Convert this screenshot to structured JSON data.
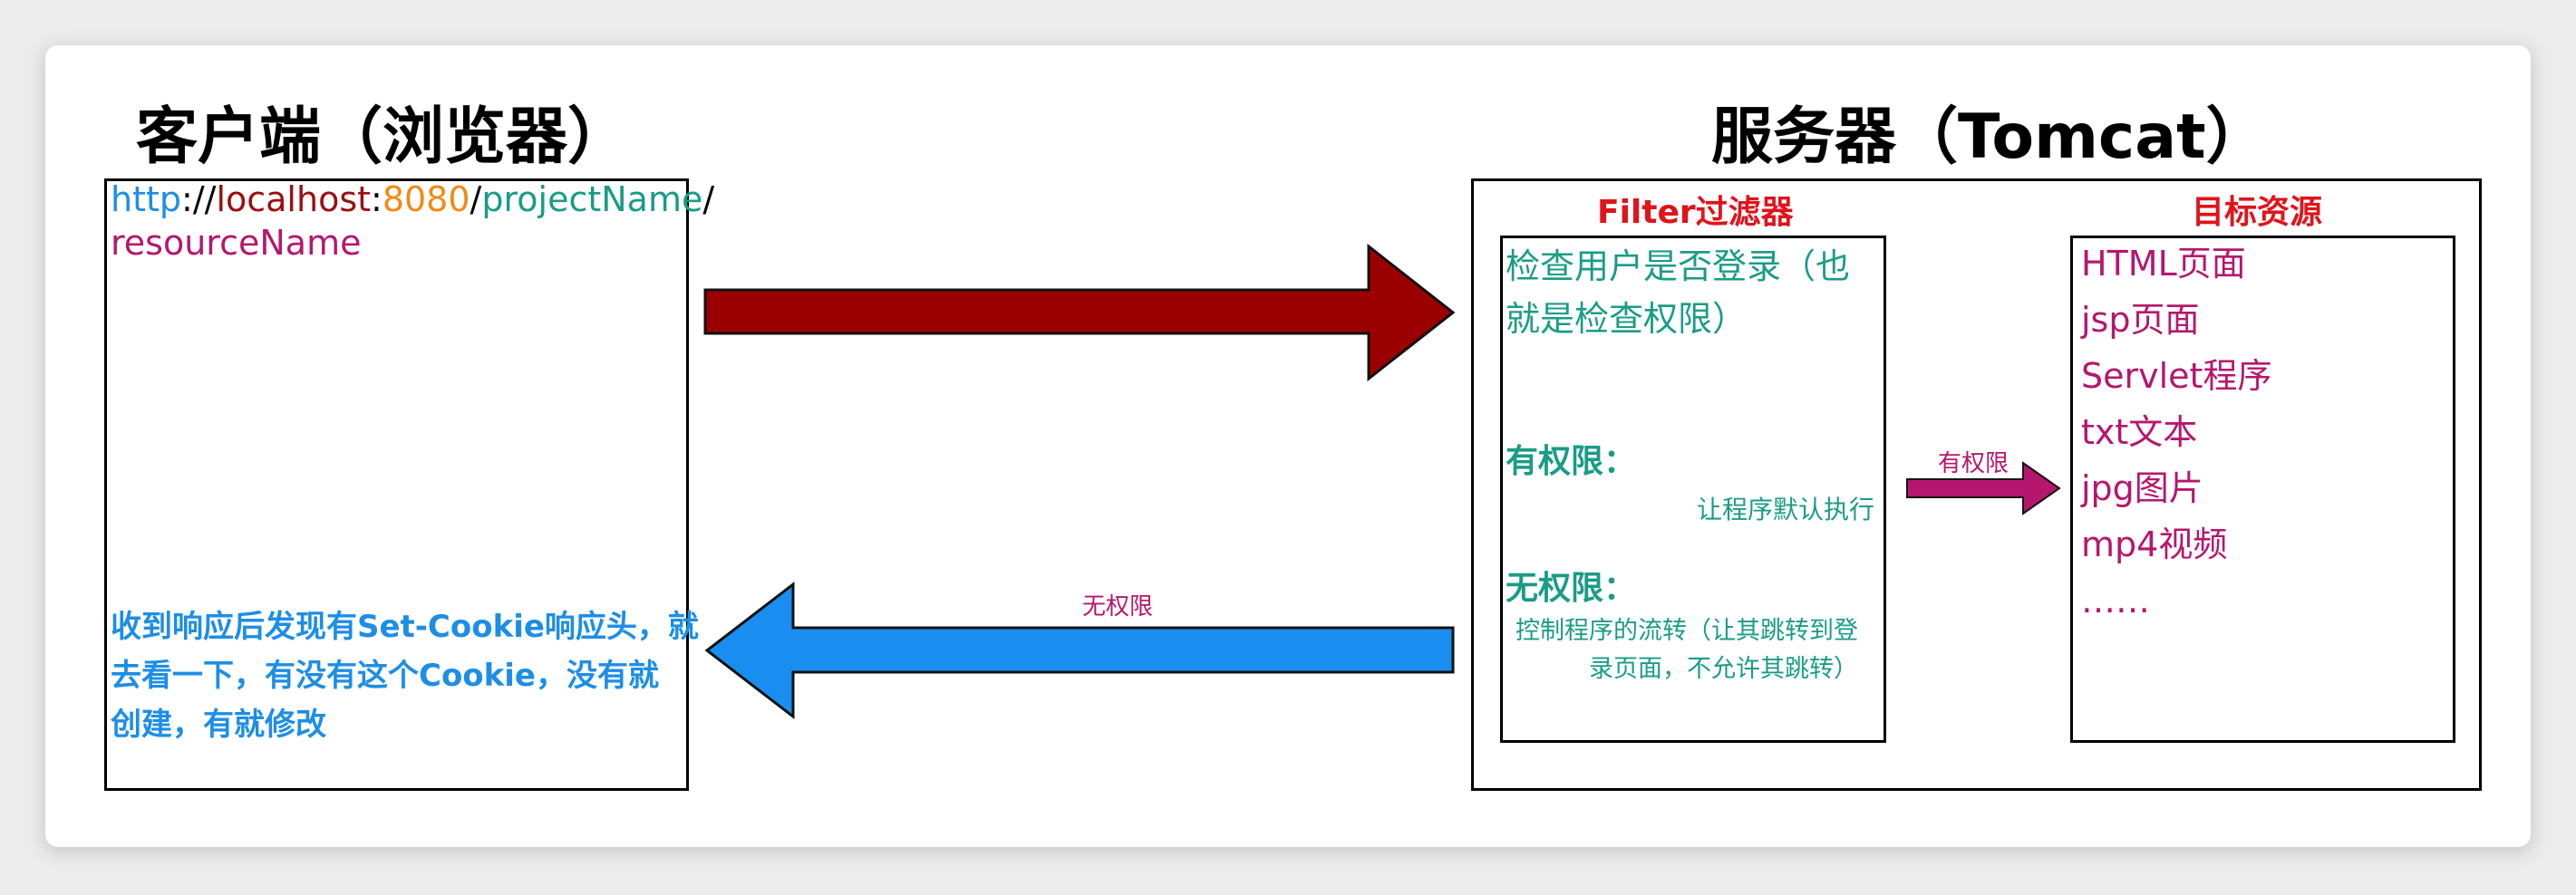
{
  "client": {
    "title": "客户端（浏览器）",
    "url": {
      "scheme": "http",
      "sep1": "://",
      "host": "localhost",
      "sep2": ":",
      "port": "8080",
      "sep3": "/",
      "project": "projectName",
      "sep4": "/",
      "resource": "resourceName"
    },
    "response_note_lines": [
      "收到响应后发现有Set-Cookie响应头，就",
      "去看一下，有没有这个Cookie，没有就",
      "创建，有就修改"
    ]
  },
  "server": {
    "title": "服务器（Tomcat）",
    "filter": {
      "title": "Filter过滤器",
      "check_lines": [
        "检查用户是否登录（也",
        "就是检查权限）"
      ],
      "has_permission_label": "有权限：",
      "has_permission_desc": "让程序默认执行",
      "no_permission_label": "无权限：",
      "no_permission_desc_lines": [
        "控制程序的流转（让其跳转到登",
        "录页面，不允许其跳转）"
      ]
    },
    "target": {
      "title": "目标资源",
      "items": [
        "HTML页面",
        "jsp页面",
        "Servlet程序",
        "txt文本",
        "jpg图片",
        "mp4视频",
        "……"
      ]
    }
  },
  "arrows": {
    "forward_label": "有权限",
    "back_label": "无权限"
  },
  "colors": {
    "request_arrow": "#9b0000",
    "response_arrow": "#1a8ef0",
    "permission_arrow": "#b5176e",
    "teal_text": "#1a9c86",
    "magenta_text": "#b5176e",
    "blue_text": "#1d8ee6",
    "red_text": "#e0141b",
    "orange_text": "#f28a16"
  }
}
